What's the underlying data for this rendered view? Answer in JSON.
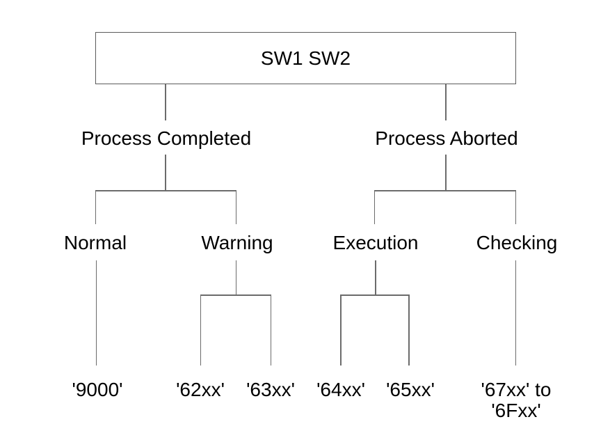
{
  "tree": {
    "root": {
      "label": "SW1 SW2"
    },
    "level1": [
      {
        "label": "Process Completed"
      },
      {
        "label": "Process Aborted"
      }
    ],
    "level2": [
      {
        "label": "Normal"
      },
      {
        "label": "Warning"
      },
      {
        "label": "Execution"
      },
      {
        "label": "Checking"
      }
    ],
    "leaves": [
      {
        "label": "'9000'"
      },
      {
        "label": "'62xx'"
      },
      {
        "label": "'63xx'"
      },
      {
        "label": "'64xx'"
      },
      {
        "label": "'65xx'"
      },
      {
        "label": "'67xx' to '6Fxx'"
      }
    ]
  },
  "colors": {
    "background": "#ffffff",
    "text": "#000000",
    "line": "#6b6b6b",
    "border": "#5a5a5a"
  }
}
